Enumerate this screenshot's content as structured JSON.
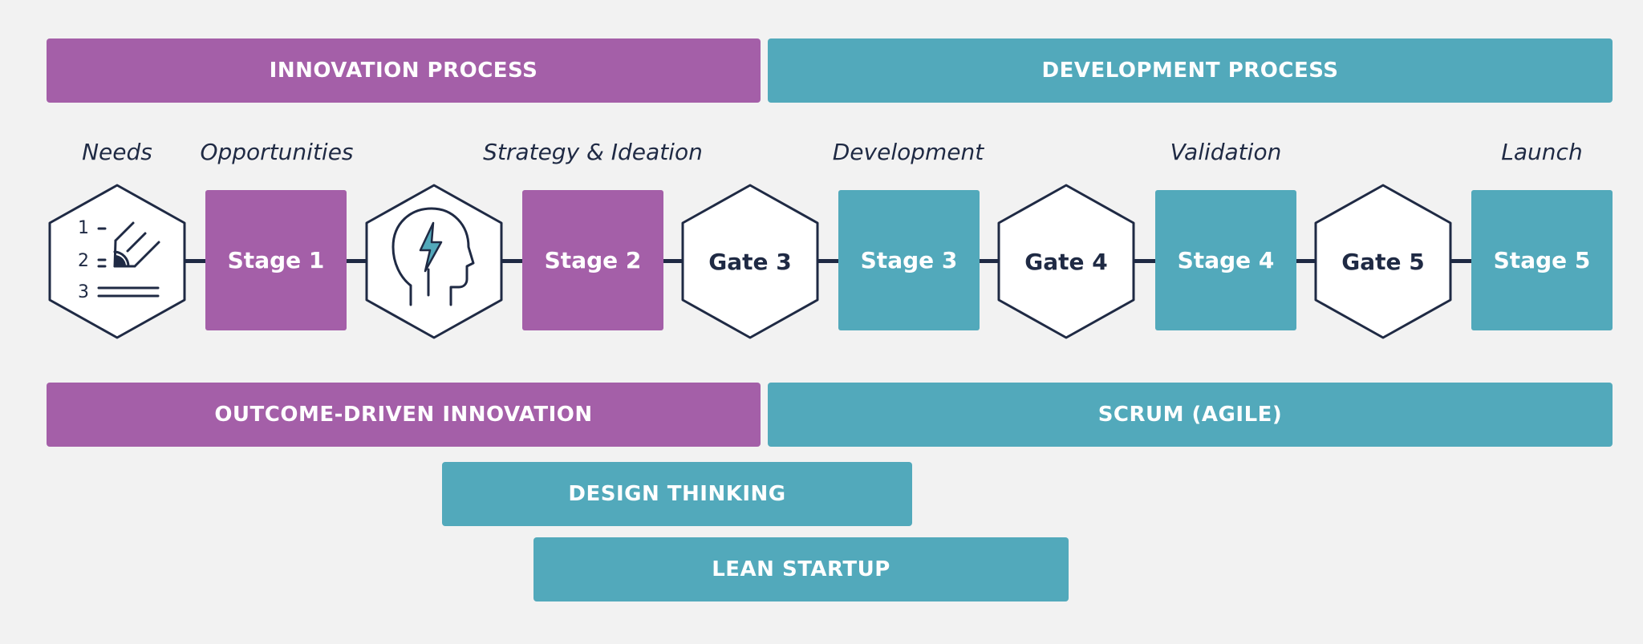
{
  "processes": {
    "innovation": "INNOVATION PROCESS",
    "development": "DEVELOPMENT PROCESS"
  },
  "phases": [
    "Needs",
    "Opportunities",
    "Strategy & Ideation",
    "Development",
    "Validation",
    "Launch"
  ],
  "stages": [
    "Stage 1",
    "Stage 2",
    "Stage 3",
    "Stage 4",
    "Stage 5"
  ],
  "gates": [
    "Gate 3",
    "Gate 4",
    "Gate 5"
  ],
  "icons": [
    "checklist-pencil-icon",
    "head-lightning-icon"
  ],
  "methods": {
    "odi": "OUTCOME-DRIVEN INNOVATION",
    "scrum": "SCRUM (AGILE)",
    "design_thinking": "DESIGN THINKING",
    "lean_startup": "LEAN STARTUP"
  },
  "checklist_numbers": [
    "1",
    "2",
    "3"
  ],
  "colors": {
    "purple": "#a45fa8",
    "teal": "#52a9bb",
    "navy": "#1f2a44",
    "background": "#f2f2f2"
  }
}
